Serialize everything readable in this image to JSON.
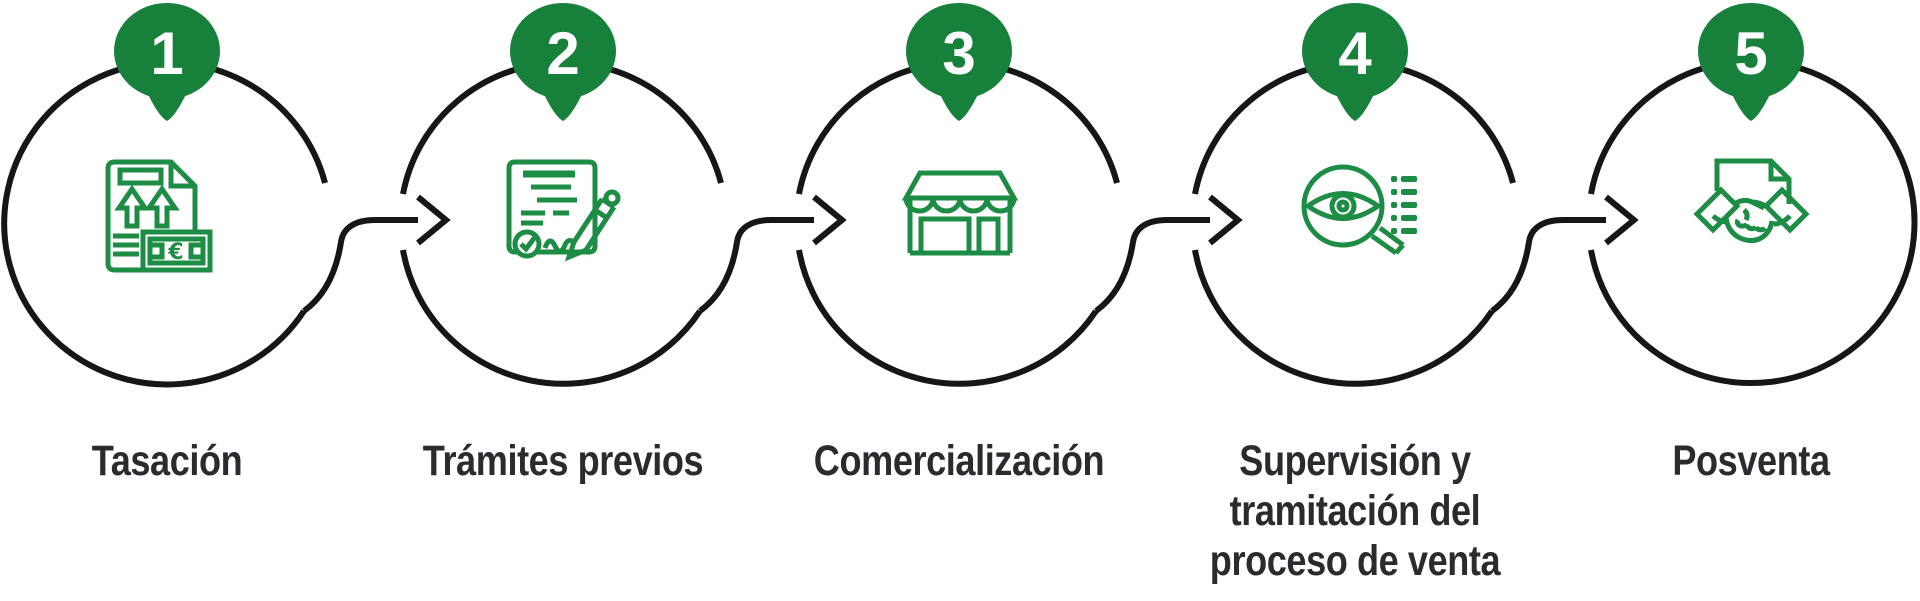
{
  "diagram": {
    "type": "horizontal-process-flow",
    "step_count": 5,
    "colors": {
      "badge_green": "#17813C",
      "icon_green": "#1D8C44",
      "outline_black": "#161616",
      "label_dark": "#2B2A2E",
      "number_white": "#FFFFFF",
      "background": "#FFFFFF"
    },
    "steps": [
      {
        "number": "1",
        "label": "Tasación",
        "icon": "appraisal-document-banknote-icon",
        "currency_symbol": "€"
      },
      {
        "number": "2",
        "label": "Trámites previos",
        "icon": "contract-pen-signature-icon"
      },
      {
        "number": "3",
        "label": "Comercialización",
        "icon": "storefront-icon"
      },
      {
        "number": "4",
        "label": "Supervisión y\ntramitación del\nproceso de venta",
        "icon": "magnifier-eye-checklist-icon"
      },
      {
        "number": "5",
        "label": "Posventa",
        "icon": "handshake-document-icon"
      }
    ]
  }
}
